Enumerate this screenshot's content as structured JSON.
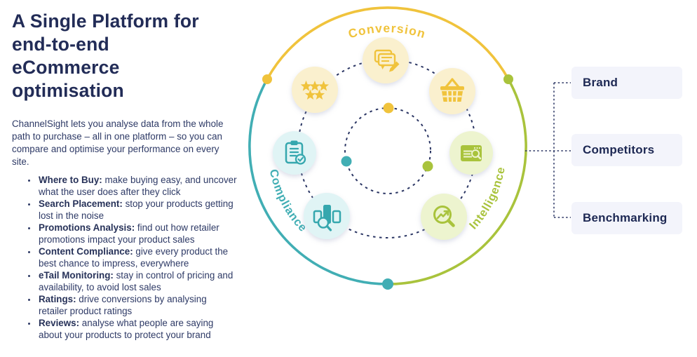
{
  "left": {
    "heading_lines": [
      "A Single Platform for",
      "end-to-end",
      "eCommerce",
      "optimisation"
    ],
    "intro": "ChannelSight lets you analyse data from the whole path to purchase – all in one platform – so you can compare and optimise your performance on every site.",
    "bullets": [
      {
        "title": "Where to Buy:",
        "text": " make buying easy, and uncover what the user does after they click"
      },
      {
        "title": "Search Placement:",
        "text": " stop your products getting lost in the noise"
      },
      {
        "title": "Promotions Analysis:",
        "text": " find out how retailer promotions impact your product sales"
      },
      {
        "title": "Content Compliance:",
        "text": " give every product the best chance to impress, everywhere"
      },
      {
        "title": "eTail Monitoring:",
        "text": " stay in control of pricing and availability, to avoid lost sales"
      },
      {
        "title": "Ratings:",
        "text": " drive conversions by analysing retailer product ratings"
      },
      {
        "title": "Reviews:",
        "text": " analyse what people are saying about your products to protect your brand"
      }
    ]
  },
  "diagram": {
    "segments": [
      {
        "label": "Conversion",
        "color": "#F0C33C"
      },
      {
        "label": "Compliance",
        "color": "#41AEB4"
      },
      {
        "label": "Intelligence",
        "color": "#A9C33C"
      }
    ],
    "icons": [
      "ratings-stars-icon",
      "reviews-speech-bubbles-pencil-icon",
      "shopping-basket-icon",
      "clipboard-check-icon",
      "bar-chart-magnifier-icon",
      "browser-search-icon",
      "trend-magnifier-icon"
    ]
  },
  "right_panel": {
    "items": [
      {
        "label": "Brand"
      },
      {
        "label": "Competitors"
      },
      {
        "label": "Benchmarking"
      }
    ]
  },
  "colors": {
    "conversion": "#F0C33C",
    "conversion_bg": "#FAF0CE",
    "compliance": "#41AEB4",
    "compliance_bg": "#E0F4F5",
    "intelligence": "#A9C33C",
    "intelligence_bg": "#EDF4CF",
    "heading_text": "#222C57",
    "body_text": "#2E3A66",
    "dashed_line": "#2A3563",
    "card_bg": "#F3F4FB"
  }
}
